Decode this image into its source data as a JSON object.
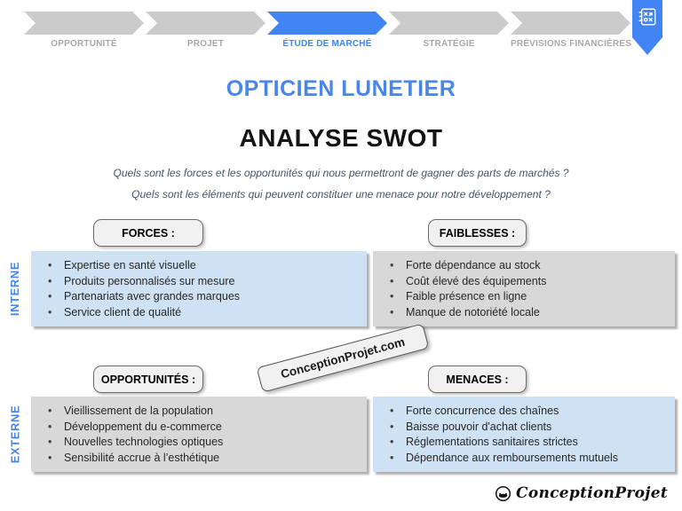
{
  "nav": {
    "steps": [
      {
        "label": "OPPORTUNITÉ",
        "active": false
      },
      {
        "label": "PROJET",
        "active": false
      },
      {
        "label": "ÉTUDE DE MARCHÉ",
        "active": true
      },
      {
        "label": "STRATÉGIE",
        "active": false
      },
      {
        "label": "PRÉVISIONS FINANCIÈRES",
        "active": false
      }
    ]
  },
  "titles": {
    "subject": "OPTICIEN LUNETIER",
    "main": "ANALYSE SWOT"
  },
  "questions": [
    "Quels sont les forces et les opportunités qui nous permettront de gagner des parts de marchés ?",
    "Quels sont les éléments qui peuvent constituer une menace pour notre développement ?"
  ],
  "axis_labels": {
    "internal": "INTERNE",
    "external": "EXTERNE"
  },
  "swot": {
    "forces": {
      "label": "FORCES :",
      "items": [
        "Expertise en santé visuelle",
        "Produits personnalisés sur mesure",
        "Partenariats avec grandes marques",
        "Service client de qualité"
      ]
    },
    "faiblesses": {
      "label": "FAIBLESSES :",
      "items": [
        "Forte dépendance au stock",
        "Coût élevé des équipements",
        "Faible présence en ligne",
        "Manque de notoriété locale"
      ]
    },
    "opportunites": {
      "label": "OPPORTUNITÉS :",
      "items": [
        "Vieillissement de la population",
        "Développement du e-commerce",
        "Nouvelles technologies optiques",
        "Sensibilité accrue à l’esthétique"
      ]
    },
    "menaces": {
      "label": "MENACES :",
      "items": [
        "Forte concurrence des chaînes",
        "Baisse pouvoir d'achat clients",
        "Réglementations sanitaires strictes",
        "Dépendance aux remboursements mutuels"
      ]
    }
  },
  "watermark": {
    "text": "ConceptionProjet.com"
  },
  "footer": {
    "brand": "ConceptionProjet"
  },
  "colors": {
    "accent": "#4184F3",
    "title_blue": "#4A86E8",
    "box_blue": "#CFE2F3",
    "box_gray": "#D8D8D8",
    "pill_bg": "#F1F1F1",
    "nav_gray": "#CBCBCB",
    "nav_label": "#A8A8A8",
    "question_color": "#44546A"
  }
}
